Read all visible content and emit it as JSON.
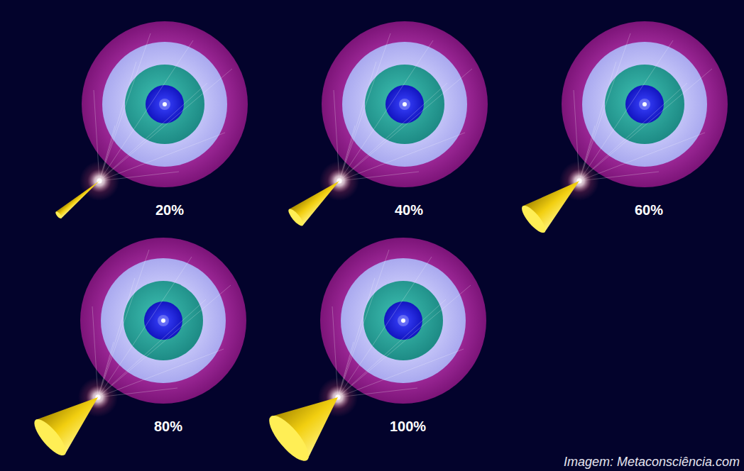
{
  "diagram": {
    "labels": [
      "20%",
      "40%",
      "60%",
      "80%",
      "100%",
      "Imagem: Metaconsciência.com"
    ]
  }
}
